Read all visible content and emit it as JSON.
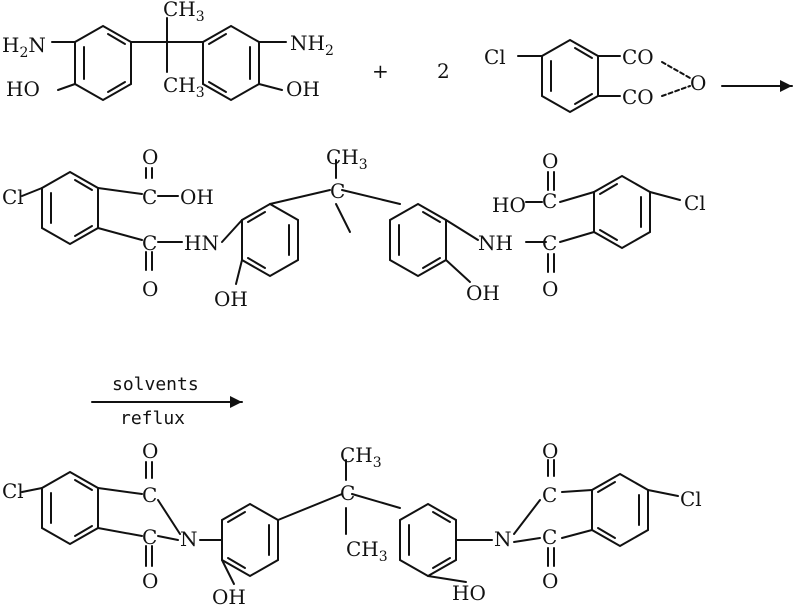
{
  "reaction": {
    "plus": "+",
    "coefficient": "2",
    "conditions_above": "solvents",
    "conditions_below": "reflux"
  },
  "labels": {
    "H": "H",
    "two": "2",
    "three": "3",
    "N": "N",
    "NH2_tail": "N",
    "HO": "HO",
    "OH": "OH",
    "CH": "CH",
    "Cl": "Cl",
    "CO": "CO",
    "O": "O",
    "C": "C",
    "HN": "HN",
    "NH": "NH",
    "CH3_sub": "3"
  }
}
